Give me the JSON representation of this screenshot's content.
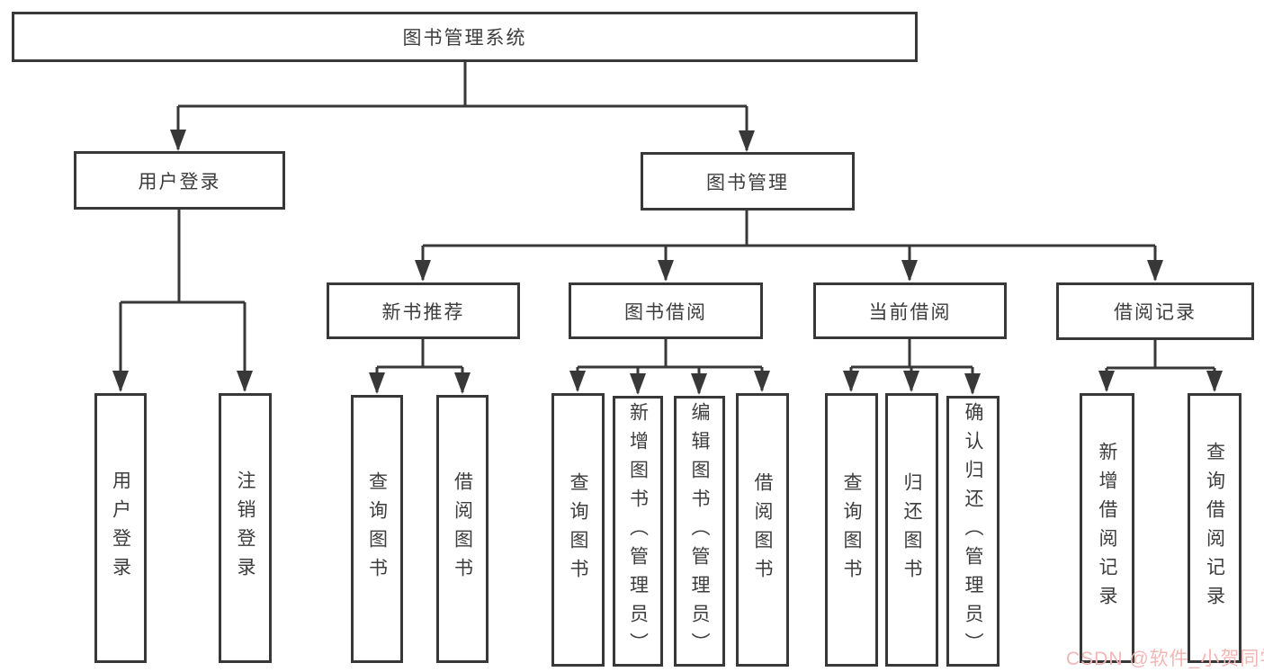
{
  "diagram": {
    "type": "hierarchy-structure-chart",
    "root": {
      "label": "图书管理系统"
    },
    "branches": [
      {
        "label": "用户登录",
        "children": [
          {
            "label": "用户登录"
          },
          {
            "label": "注销登录"
          }
        ]
      },
      {
        "label": "图书管理",
        "children": [
          {
            "label": "新书推荐",
            "children": [
              {
                "label": "查询图书"
              },
              {
                "label": "借阅图书"
              }
            ]
          },
          {
            "label": "图书借阅",
            "children": [
              {
                "label": "查询图书"
              },
              {
                "label": "新增图书（管理员）"
              },
              {
                "label": "编辑图书（管理员）"
              },
              {
                "label": "借阅图书"
              }
            ]
          },
          {
            "label": "当前借阅",
            "children": [
              {
                "label": "查询图书"
              },
              {
                "label": "归还图书"
              },
              {
                "label": "确认归还（管理员）"
              }
            ]
          },
          {
            "label": "借阅记录",
            "children": [
              {
                "label": "新增借阅记录"
              },
              {
                "label": "查询借阅记录"
              }
            ]
          }
        ]
      }
    ]
  },
  "watermark": {
    "text": "CSDN @软件_小贺同学",
    "color": "#f2b7b5"
  },
  "colors": {
    "background": "#ffffff",
    "box_border": "#383838",
    "connector_line": "#383838",
    "text": "#3d3d3d"
  }
}
